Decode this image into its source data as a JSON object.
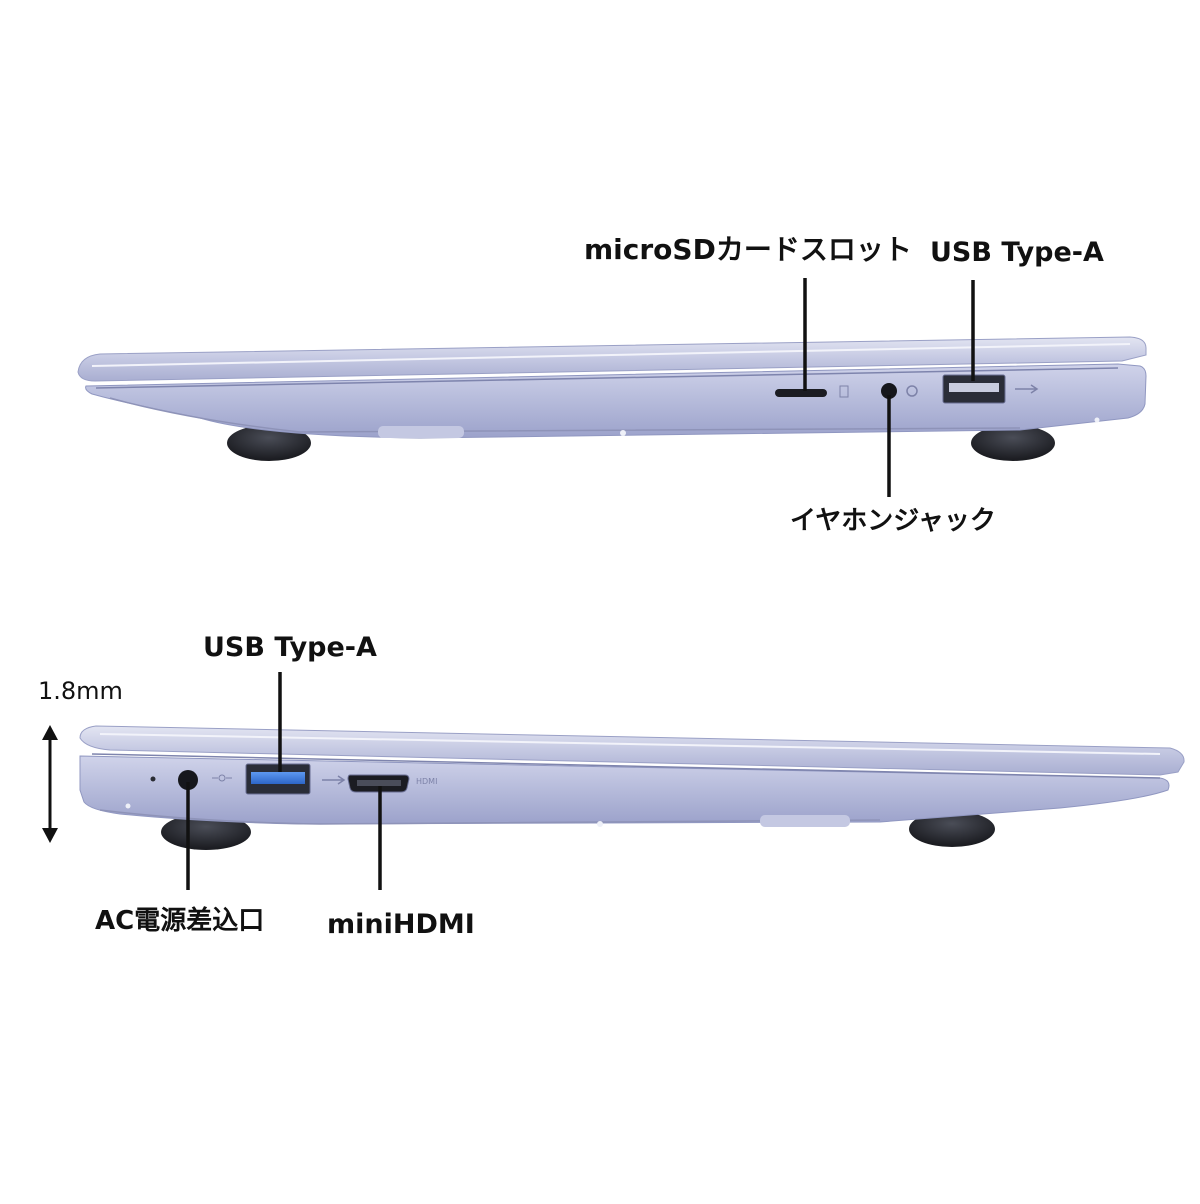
{
  "right_side_view": {
    "labels": {
      "microsd_slot": "microSDカードスロット",
      "usb_type_a": "USB Type-A",
      "earphone_jack": "イヤホンジャック"
    }
  },
  "left_side_view": {
    "labels": {
      "usb_type_a": "USB Type-A",
      "thickness": "1.8mm",
      "ac_power_port": "AC電源差込口",
      "mini_hdmi": "miniHDMI"
    },
    "port_marks": {
      "hdmi": "HDMI"
    }
  },
  "colors": {
    "chassis": "#b9bedd",
    "chassis_light": "#d6d9ec",
    "chassis_dark": "#8e93b8",
    "usb3_blue": "#3f7fe0",
    "callout_line": "#111111",
    "foot": "#2a2c34"
  }
}
